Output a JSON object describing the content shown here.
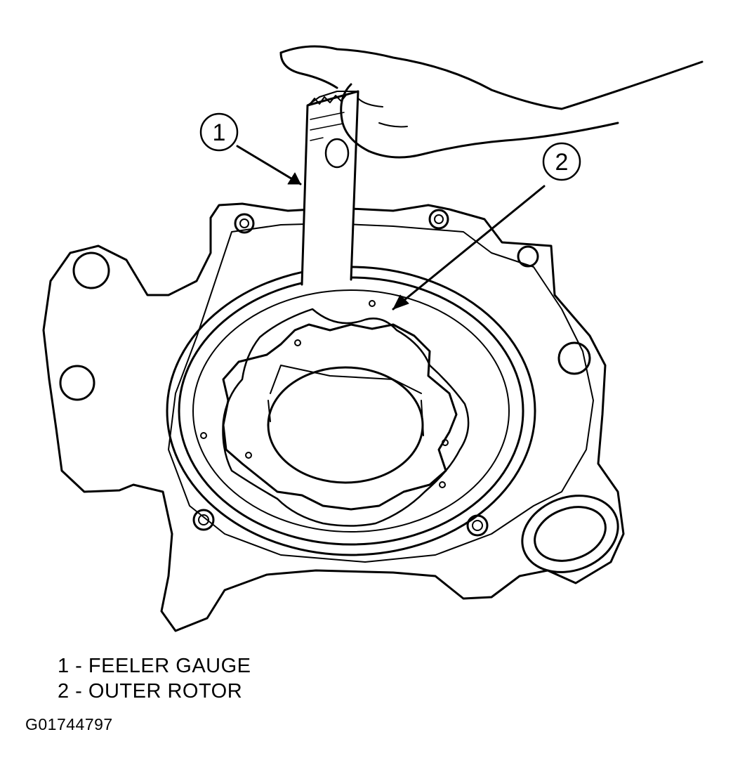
{
  "callouts": [
    {
      "number": "1"
    },
    {
      "number": "2"
    }
  ],
  "legend": [
    {
      "text": "1 - FEELER GAUGE"
    },
    {
      "text": "2 - OUTER ROTOR"
    }
  ],
  "figure_id": "G01744797"
}
